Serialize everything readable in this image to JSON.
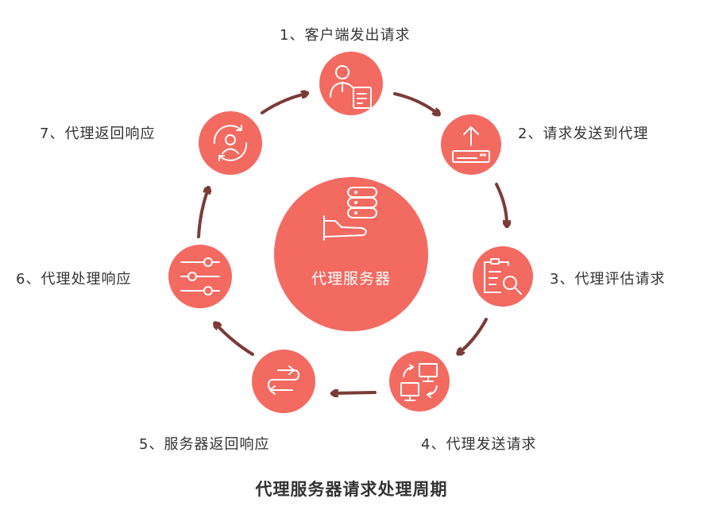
{
  "title": "代理服务器请求处理周期",
  "center_label": "代理服务器",
  "steps": [
    {
      "label": "1、客户端发出请求",
      "icon": "client-document-icon"
    },
    {
      "label": "2、请求发送到代理",
      "icon": "upload-router-icon"
    },
    {
      "label": "3、代理评估请求",
      "icon": "clipboard-search-icon"
    },
    {
      "label": "4、代理发送请求",
      "icon": "computers-exchange-icon"
    },
    {
      "label": "5、服务器返回响应",
      "icon": "route-path-icon"
    },
    {
      "label": "6、代理处理响应",
      "icon": "sliders-icon"
    },
    {
      "label": "7、代理返回响应",
      "icon": "user-refresh-icon"
    }
  ],
  "colors": {
    "circle": "#f36a61",
    "arrow": "#7b3b37",
    "text": "#333333"
  }
}
